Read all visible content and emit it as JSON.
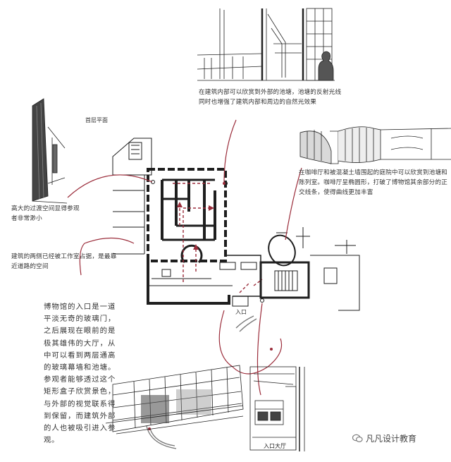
{
  "captions": {
    "pool": "在建筑内部可以欣赏到外部的池塘，池塘的反射光线同时也增强了建筑内部和周边的自然光效果",
    "cafe": "在咖啡厅和被混凝土墙围起的庭院中可以欣赏到池塘和陈列室。咖啡厅呈椭圆形，打破了博物馆其余部分的正交线条，使得曲线更加丰富",
    "corridor": "高大的过渡空间显得参观者非常渺小",
    "sides": "建筑的两侧已经被工作室占据，是最靠近道路的空间"
  },
  "intro_text": "博物馆的入口是一道平淡无奇的玻璃门，之后展现在眼前的是极其雄伟的大厅，从中可以看到两层通高的玻璃幕墙和池塘。参观者能够透过这个矩形盒子欣赏景色，与外部的视觉联系得到保留，而建筑外部的人也被吸引进入参观。",
  "plan_title": "首层平面",
  "entry_label": "入口",
  "hall_label": "入口大厅",
  "watermark": "凡凡设计教育",
  "colors": {
    "leader": "#9b2c3a",
    "ink": "#1e1e1e",
    "paper": "#ffffff"
  }
}
